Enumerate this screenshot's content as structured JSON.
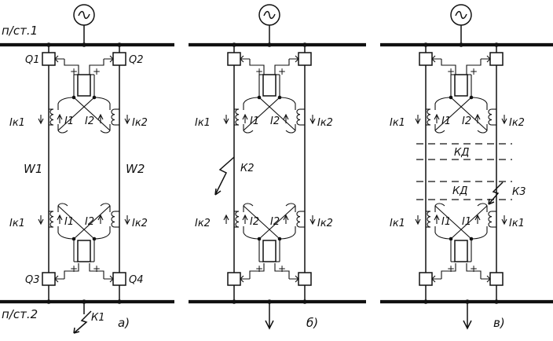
{
  "buses": {
    "top_label": "п/ст.1",
    "bottom_label": "п/ст.2"
  },
  "breakers": {
    "q1": "Q1",
    "q2": "Q2",
    "q3": "Q3",
    "q4": "Q4"
  },
  "lines": {
    "w1": "W1",
    "w2": "W2"
  },
  "currents": {
    "ik1": "Iк1",
    "ik2": "Iк2",
    "i1": "I1",
    "i2": "I2"
  },
  "faults": {
    "k1": "К1",
    "k2": "К2",
    "k3": "К3"
  },
  "zones": {
    "kd": "КД"
  },
  "panels": {
    "a": "а)",
    "b": "б)",
    "v": "в)"
  },
  "polarity": {
    "plus": "+"
  }
}
